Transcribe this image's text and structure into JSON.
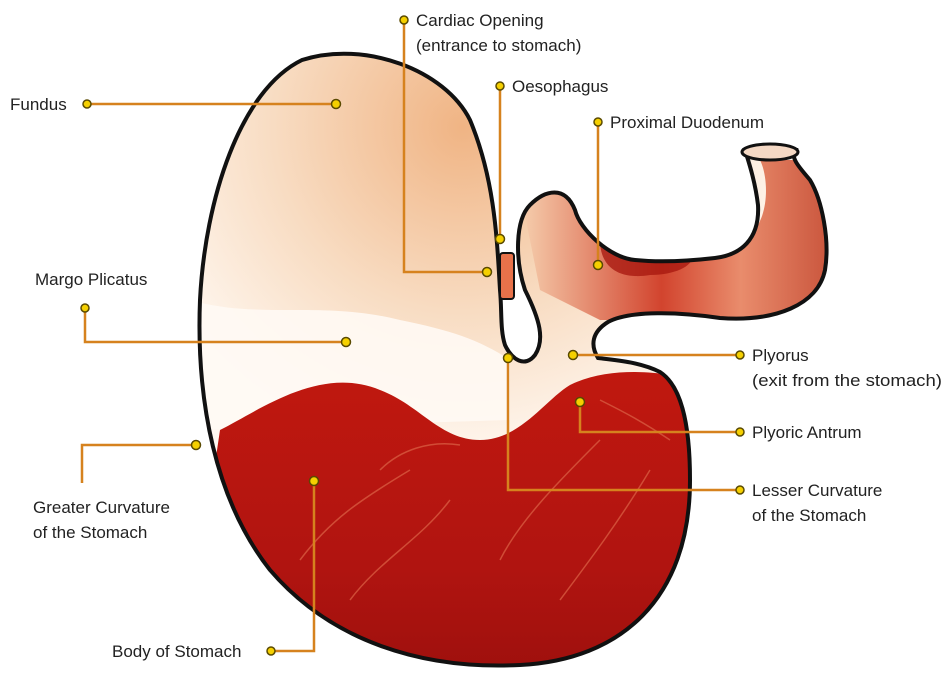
{
  "colors": {
    "leader": "#d6821e",
    "marker_fill": "#f5d000",
    "marker_stroke": "#5a4a00",
    "outline": "#111111",
    "stomach_pale": "#fff6ee",
    "stomach_peach": "#f1b98b",
    "stomach_red": "#b8140f",
    "stomach_dark_red": "#8e0c0a",
    "text": "#222222"
  },
  "labels": {
    "cardiac_opening": "Cardiac Opening",
    "cardiac_opening_sub": "(entrance to stomach)",
    "oesophagus": "Oesophagus",
    "proximal_duodenum": "Proximal Duodenum",
    "fundus": "Fundus",
    "margo_plicatus": "Margo Plicatus",
    "plyorus": "Plyorus",
    "plyorus_sub": "(exit from the stomach)",
    "plyoric_antrum": "Plyoric Antrum",
    "greater_curvature_1": "Greater Curvature",
    "greater_curvature_2": "of the Stomach",
    "lesser_curvature_1": "Lesser Curvature",
    "lesser_curvature_2": "of the Stomach",
    "body_of_stomach": "Body of Stomach"
  }
}
